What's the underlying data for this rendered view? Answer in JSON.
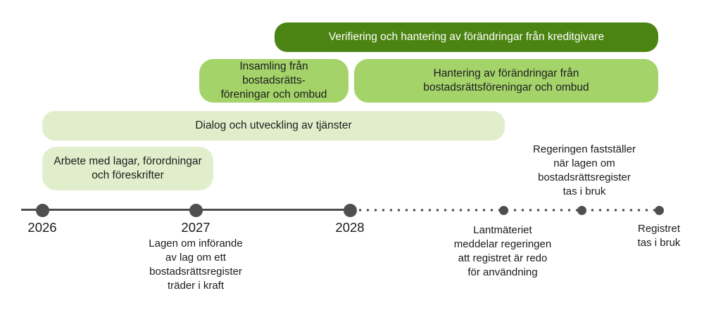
{
  "colors": {
    "dark_green": "#4b8412",
    "medium_green": "#a4d36a",
    "light_green": "#e0eecb",
    "axis_gray": "#4f4f4f",
    "text_dark": "#1a1a1a",
    "text_on_dark": "#ffffff"
  },
  "bars": {
    "verifiering": {
      "label": "Verifiering och hantering av förändringar från kreditgivare"
    },
    "insamling": {
      "label": "Insamling från bostadsrätts-\nföreningar och ombud"
    },
    "hantering": {
      "label": "Hantering av förändringar från\nbostadsrättsföreningar och ombud"
    },
    "dialog": {
      "label": "Dialog och utveckling av tjänster"
    },
    "arbete": {
      "label": "Arbete med lagar, förordningar\noch föreskrifter"
    }
  },
  "timeline": {
    "years": [
      "2026",
      "2027",
      "2028"
    ],
    "annotations": {
      "lagen": "Lagen om införande\nav lag om ett\nbostadsrättsregister\nträder i kraft",
      "regeringen": "Regeringen fastställer\nnär lagen om\nbostadsrättsregister\ntas i bruk",
      "lantmateriet": "Lantmäteriet\nmeddelar regeringen\natt registret är redo\nför användning",
      "registret": "Registret\ntas i bruk"
    }
  }
}
